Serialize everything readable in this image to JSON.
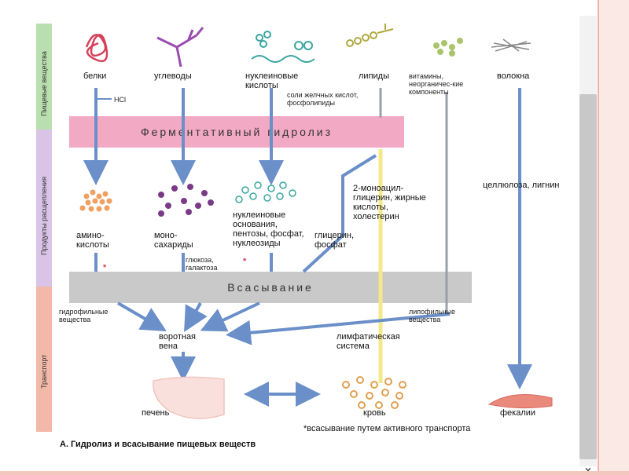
{
  "side_labels": [
    "Пищевые вещества",
    "Продукты расщепления",
    "Транспорт"
  ],
  "nutrients": [
    "белки",
    "углеводы",
    "нуклеиновые кислоты",
    "липиды",
    "витамины, неорганичес-кие компоненты",
    "волокна"
  ],
  "hcl": "HCl",
  "bile": "соли желчных кислот, фосфолипиды",
  "hydrolysis": "Ферментативный гидролиз",
  "absorption": "Всасывание",
  "products": {
    "amino": "амино-кислоты",
    "mono": "моно-сахариды",
    "nucleo": "нуклеиновые основания, пентозы, фосфат, нуклеозиды",
    "glycerol": "глицерин, фосфат",
    "monoacyl": "2-моноацил-глицерин, жирные кислоты, холестерин",
    "cellulose": "целлюлоза, лигнин",
    "glucose": "глюкоза, галактоза"
  },
  "transport": {
    "hydrophilic": "гидрофильные вещества",
    "lipophilic": "липофильные вещества",
    "portal": "воротная вена",
    "lymph": "лимфатическая система"
  },
  "ends": {
    "liver": "печень",
    "blood": "кровь",
    "feces": "фекалии"
  },
  "asterisk": "*",
  "note": "*всасывание путем активного транспорта",
  "caption": "А. Гидролиз и всасывание пищевых веществ"
}
